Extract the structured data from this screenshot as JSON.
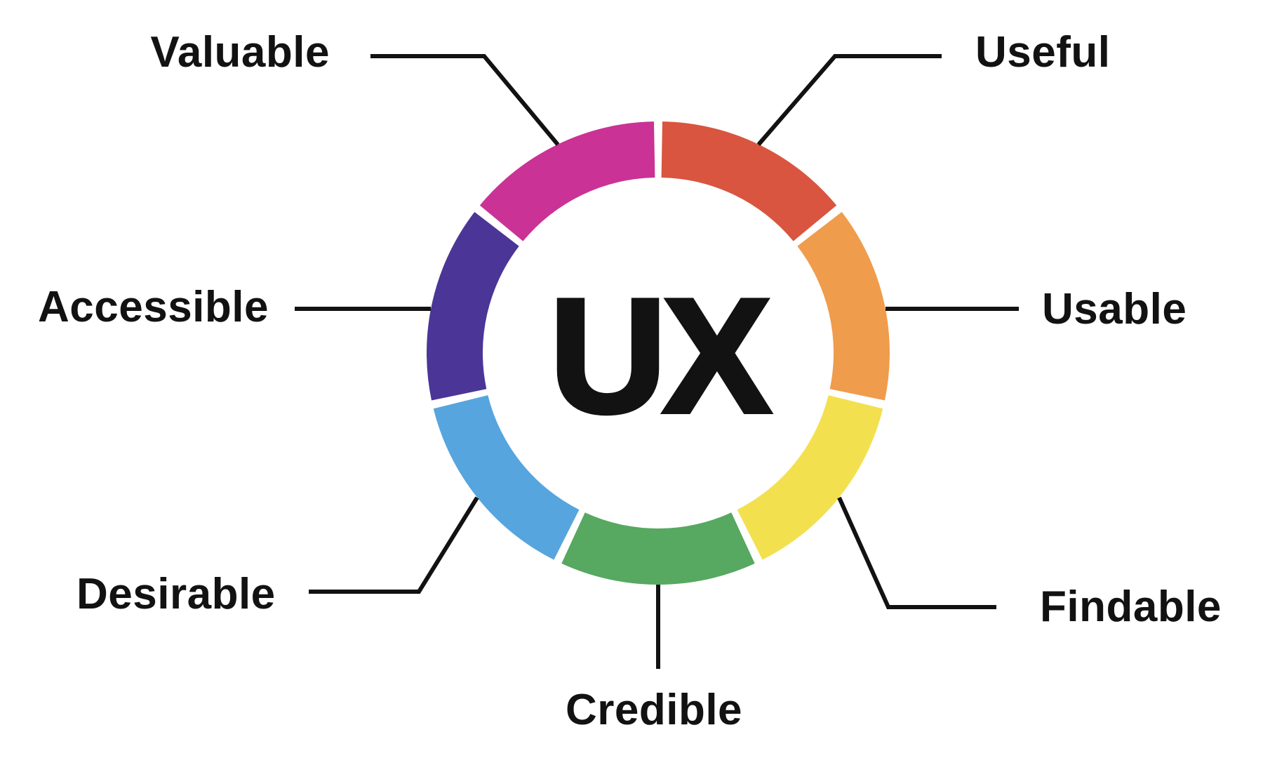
{
  "diagram": {
    "center_label": "UX",
    "background": "#ffffff",
    "line_color": "#121212",
    "text_color": "#121212",
    "segments": [
      {
        "id": "useful",
        "label": "Useful",
        "color": "#d9553f"
      },
      {
        "id": "usable",
        "label": "Usable",
        "color": "#ef9c4d"
      },
      {
        "id": "findable",
        "label": "Findable",
        "color": "#f3e04e"
      },
      {
        "id": "credible",
        "label": "Credible",
        "color": "#57a861"
      },
      {
        "id": "desirable",
        "label": "Desirable",
        "color": "#56a5de"
      },
      {
        "id": "accessible",
        "label": "Accessible",
        "color": "#4b3597"
      },
      {
        "id": "valuable",
        "label": "Valuable",
        "color": "#ca3295"
      }
    ]
  }
}
